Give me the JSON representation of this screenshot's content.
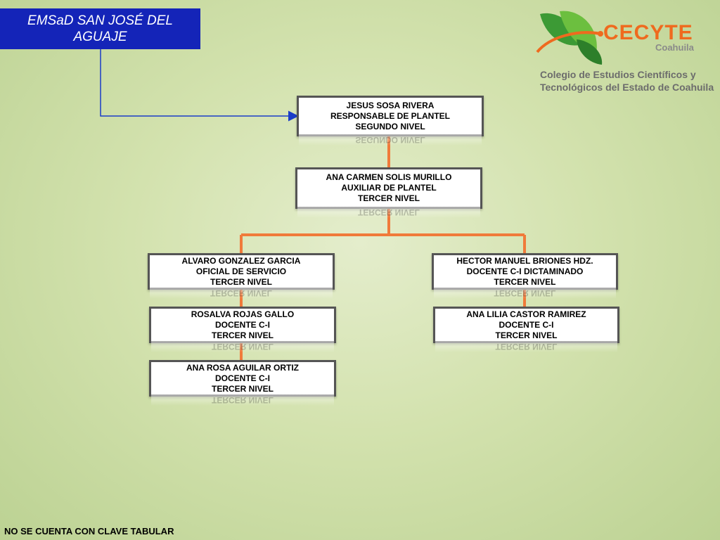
{
  "header": {
    "title": "EMSaD SAN JOSÉ DEL AGUAJE"
  },
  "logo": {
    "brand": "CECYTE",
    "region": "Coahuila",
    "institution_line1": "Colegio de Estudios Científicos y",
    "institution_line2": "Tecnológicos del Estado de Coahuila"
  },
  "nodes": [
    {
      "name": "JESUS SOSA RIVERA",
      "role": "RESPONSABLE DE PLANTEL",
      "level": "SEGUNDO NIVEL"
    },
    {
      "name": "ANA CARMEN SOLIS MURILLO",
      "role": "AUXILIAR DE PLANTEL",
      "level": "TERCER NIVEL"
    },
    {
      "name": "ALVARO GONZALEZ GARCIA",
      "role": "OFICIAL DE SERVICIO",
      "level": "TERCER NIVEL"
    },
    {
      "name": "ROSALVA ROJAS GALLO",
      "role": "DOCENTE C-I",
      "level": "TERCER NIVEL"
    },
    {
      "name": "ANA ROSA AGUILAR ORTIZ",
      "role": "DOCENTE C-I",
      "level": "TERCER NIVEL"
    },
    {
      "name": "HECTOR MANUEL BRIONES HDZ.",
      "role": "DOCENTE C-I DICTAMINADO",
      "level": "TERCER NIVEL"
    },
    {
      "name": "ANA LILIA CASTOR RAMIREZ",
      "role": "DOCENTE C-I",
      "level": "TERCER NIVEL"
    }
  ],
  "footer": {
    "note": "NO SE CUENTA CON CLAVE TABULAR"
  },
  "colors": {
    "connector": "#f07a3a",
    "title_bg": "#1424b8",
    "arrow": "#1a3cc8"
  }
}
